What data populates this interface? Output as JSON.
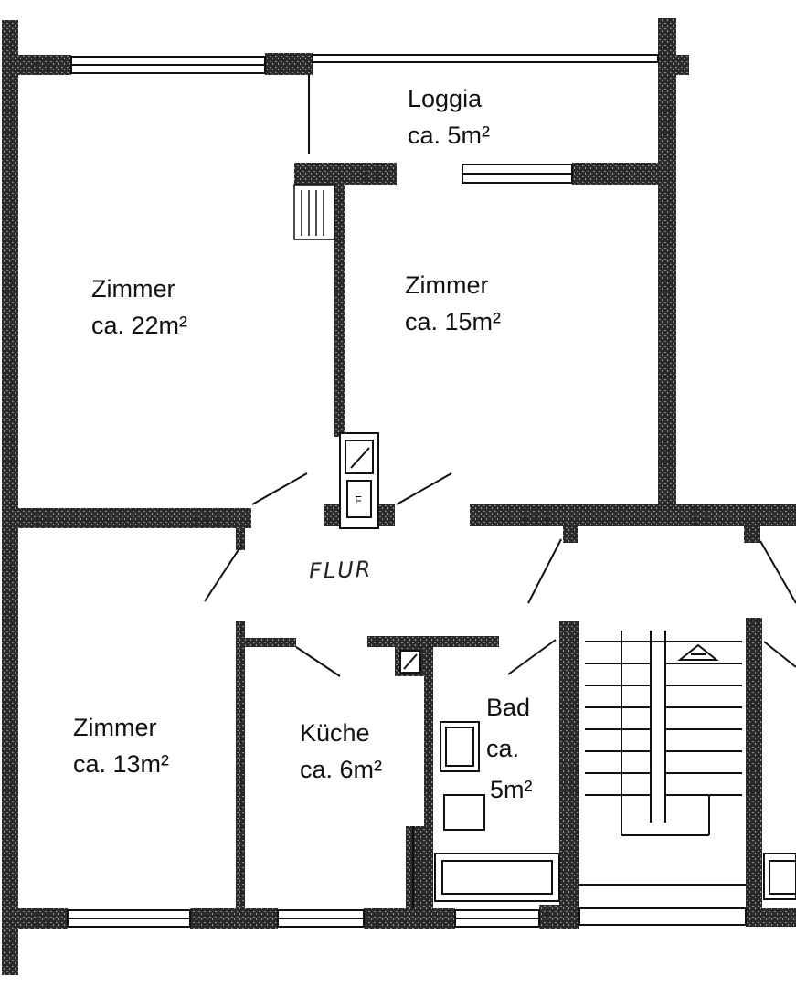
{
  "colors": {
    "wall": "#2b2b2b",
    "wall_texture": "#5a5a5a",
    "line": "#111111",
    "paper": "#ffffff"
  },
  "rooms": {
    "loggia": {
      "name": "Loggia",
      "area": "ca. 5m²"
    },
    "zimmer22": {
      "name": "Zimmer",
      "area": "ca. 22m²"
    },
    "zimmer15": {
      "name": "Zimmer",
      "area": "ca. 15m²"
    },
    "zimmer13": {
      "name": "Zimmer",
      "area": "ca. 13m²"
    },
    "kueche": {
      "name": "Küche",
      "area": "ca. 6m²"
    },
    "bad": {
      "name": "Bad",
      "area_line1": "ca.",
      "area_line2": "5m²"
    }
  },
  "flur": {
    "label": "FLUR"
  },
  "stove_mark": "F"
}
